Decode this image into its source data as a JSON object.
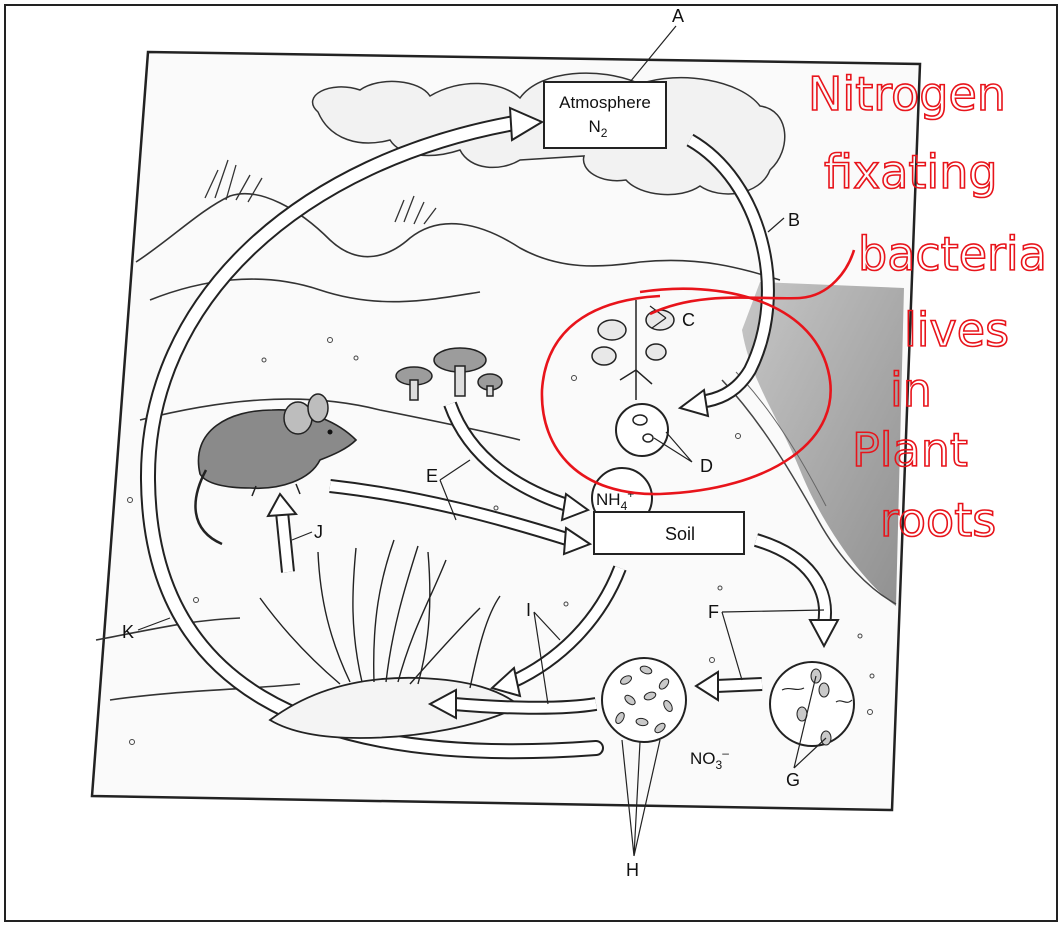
{
  "labels": {
    "A": "A",
    "B": "B",
    "C": "C",
    "D": "D",
    "E": "E",
    "F": "F",
    "G": "G",
    "H": "H",
    "I": "I",
    "J": "J",
    "K": "K"
  },
  "boxes": {
    "atmosphere_line1": "Atmosphere",
    "atmosphere_line2": "N",
    "atmosphere_sub": "2",
    "soil": "Soil",
    "ammonium": "NH",
    "ammonium_sub": "4",
    "ammonium_sup": "+",
    "nitrate": "NO",
    "nitrate_sub": "3",
    "nitrate_sup": "–"
  },
  "annotation": {
    "lines": [
      "Nitrogen",
      "fixating",
      "bacteria",
      "lives",
      "in",
      "Plant",
      "roots"
    ],
    "color": "#e8141b"
  },
  "colors": {
    "ink": "#222222",
    "water": "#9a9a9a",
    "annotation": "#e8141b"
  }
}
